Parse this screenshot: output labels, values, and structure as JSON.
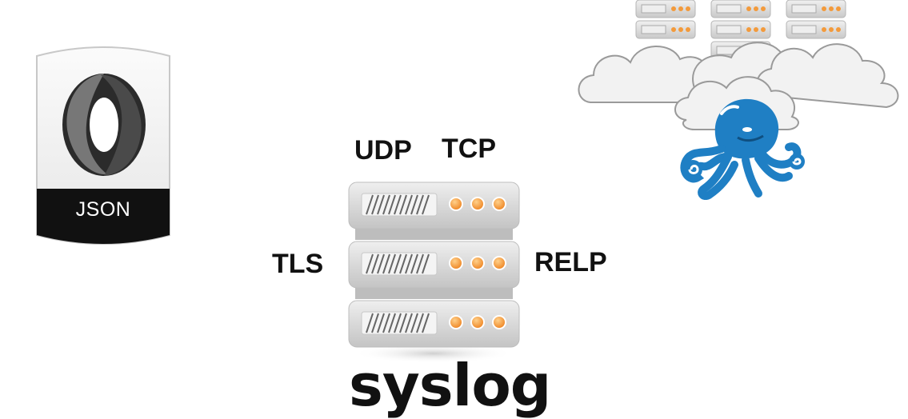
{
  "json_badge": {
    "label": "JSON",
    "logo_icon": "json-logo-icon"
  },
  "protocols": {
    "top_left": "UDP",
    "top_right": "TCP",
    "left": "TLS",
    "right": "RELP"
  },
  "server": {
    "unit_count": 3,
    "icon": "server-stack-icon"
  },
  "caption": "syslog",
  "cloud": {
    "icon": "cloud-servers-icon",
    "mascot": "octopus-icon"
  },
  "colors": {
    "led": "#f39a3b",
    "octopus": "#1f7fc4",
    "badge_dark": "#111111",
    "server_gray": "#d7d7d7"
  }
}
